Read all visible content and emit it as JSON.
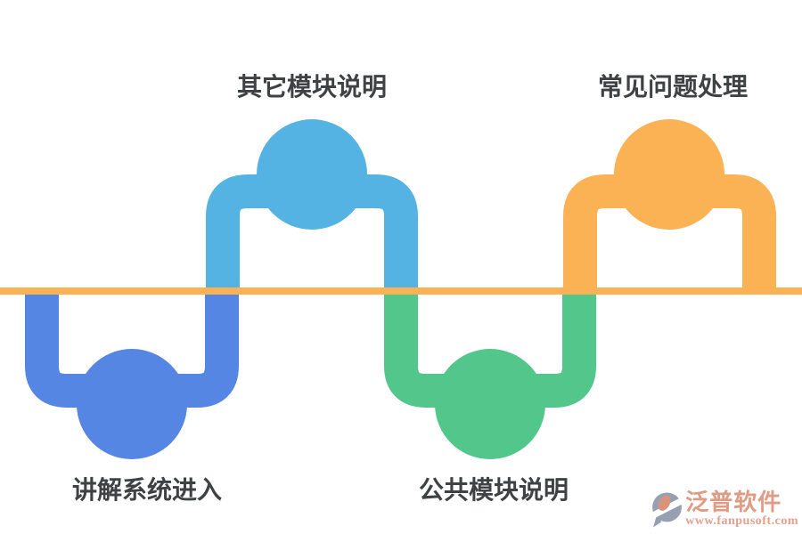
{
  "diagram": {
    "type": "process-wave",
    "timeline_color": "#FBB255",
    "label_color": "#3F4243",
    "steps": [
      {
        "label": "讲解系统进入",
        "color": "#5686E3",
        "position": "below-line"
      },
      {
        "label": "其它模块说明",
        "color": "#54B3E3",
        "position": "above-line"
      },
      {
        "label": "公共模块说明",
        "color": "#53C68B",
        "position": "below-line"
      },
      {
        "label": "常见问题处理",
        "color": "#FBB255",
        "position": "above-line"
      }
    ]
  },
  "watermark": {
    "brand": "泛普软件",
    "url": "www.fanpusoft.com",
    "brand_color": "#DF9B83",
    "icon_gray": "#97A0B2",
    "icon_accent": "#D9937D"
  }
}
